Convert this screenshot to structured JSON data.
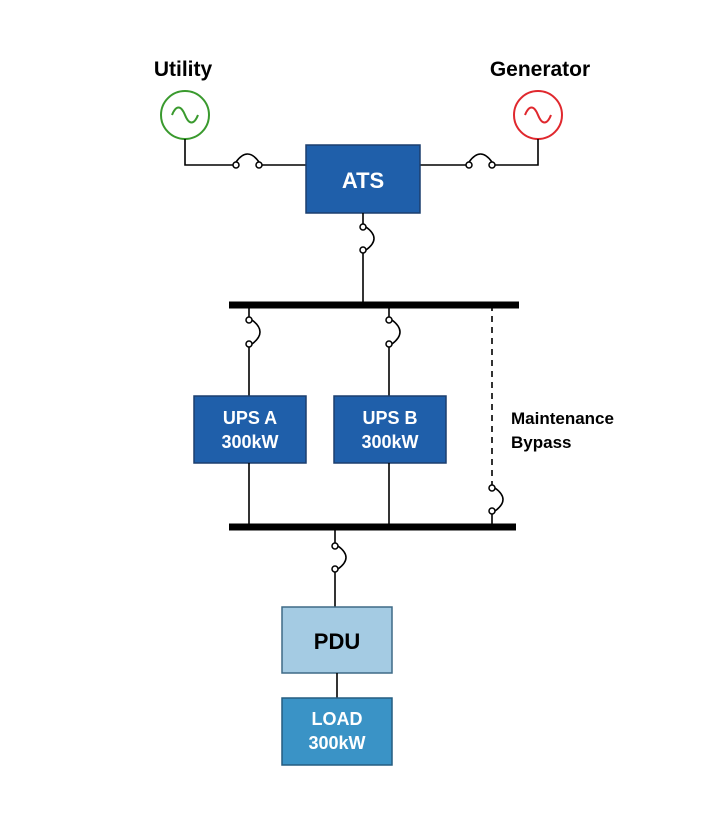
{
  "sources": {
    "utility": {
      "label": "Utility",
      "color": "#3a9a2e"
    },
    "generator": {
      "label": "Generator",
      "color": "#e0282e"
    }
  },
  "blocks": {
    "ats": {
      "line1": "ATS",
      "fill": "#1f5faa"
    },
    "ups_a": {
      "line1": "UPS A",
      "line2": "300kW",
      "fill": "#1f5faa"
    },
    "ups_b": {
      "line1": "UPS B",
      "line2": "300kW",
      "fill": "#1f5faa"
    },
    "pdu": {
      "line1": "PDU",
      "fill": "#a4cbe3"
    },
    "load": {
      "line1": "LOAD",
      "line2": "300kW",
      "fill": "#3a93c6"
    }
  },
  "bypass": {
    "line1": "Maintenance",
    "line2": "Bypass"
  }
}
